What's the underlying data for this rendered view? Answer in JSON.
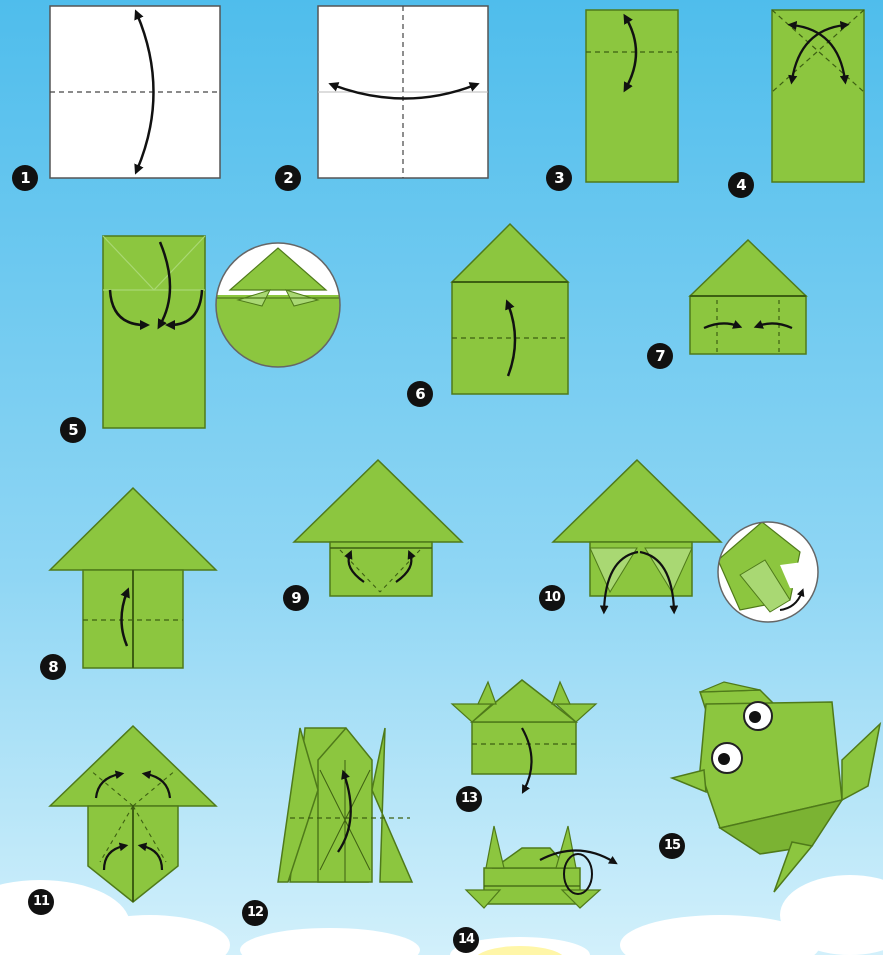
{
  "colors": {
    "sky_top": "#5cc3ee",
    "sky_bottom": "#cdeefb",
    "paper_green": "#8cc63f",
    "paper_green_dark": "#6e9f2a",
    "paper_white": "#ffffff",
    "outline": "#1a1a1a",
    "cloud": "#ffffff"
  },
  "steps": [
    {
      "label": "1"
    },
    {
      "label": "2"
    },
    {
      "label": "3"
    },
    {
      "label": "4"
    },
    {
      "label": "5"
    },
    {
      "label": "6"
    },
    {
      "label": "7"
    },
    {
      "label": "8"
    },
    {
      "label": "9"
    },
    {
      "label": "10"
    },
    {
      "label": "11"
    },
    {
      "label": "12"
    },
    {
      "label": "13"
    },
    {
      "label": "14"
    },
    {
      "label": "15"
    }
  ]
}
